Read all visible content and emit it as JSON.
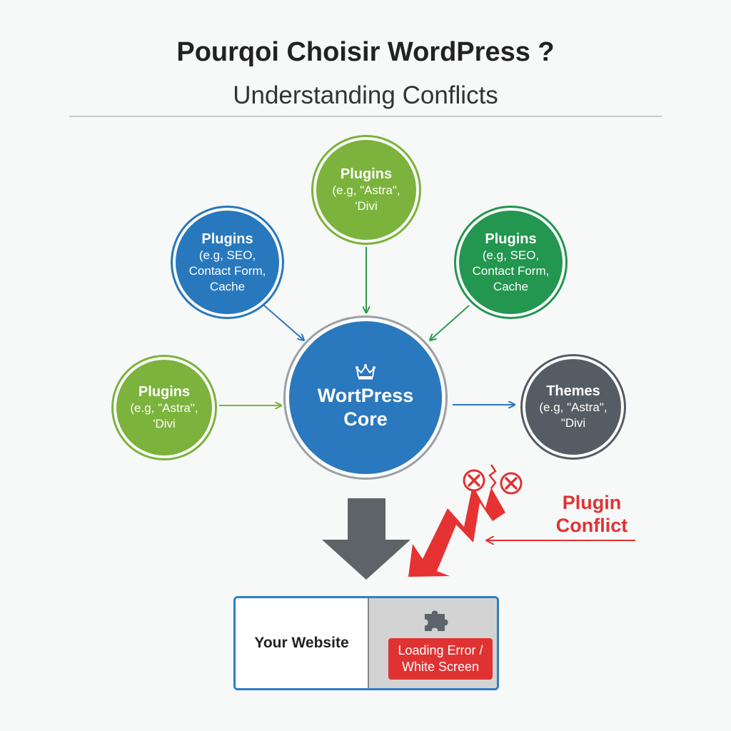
{
  "header": {
    "title": "Pourqoi Choisir WordPress ?",
    "subtitle": "Understanding Conflicts"
  },
  "nodes": {
    "top": {
      "title": "Plugins",
      "detail": [
        "(e.g, \"Astra\",",
        "'Divi"
      ],
      "color": "#7bb33c"
    },
    "left_top": {
      "title": "Plugins",
      "detail": [
        "(e.g, SEO,",
        "Contact Form,",
        "Cache"
      ],
      "color": "#2878be"
    },
    "right_top": {
      "title": "Plugins",
      "detail": [
        "(e.g, SEO,",
        "Contact Form,",
        "Cache"
      ],
      "color": "#23964f"
    },
    "left": {
      "title": "Plugins",
      "detail": [
        "(e.g, \"Astra\",",
        "'Divi"
      ],
      "color": "#7bb33c"
    },
    "right": {
      "title": "Themes",
      "detail": [
        "(e.g, \"Astra\",",
        "\"Divi"
      ],
      "color": "#565c63"
    },
    "core": {
      "title": [
        "WortPress",
        "Core"
      ],
      "icon": "crown-icon",
      "color": "#2a78bd"
    }
  },
  "conflict": {
    "label": [
      "Plugin",
      "Conflict"
    ],
    "icons": [
      "error-x-icon",
      "error-x-icon",
      "lightning-bolt-icon"
    ],
    "color": "#e03232"
  },
  "website": {
    "label": "Your Website",
    "error": [
      "Loading Error /",
      "White Screen"
    ],
    "icon": "puzzle-piece-icon"
  }
}
